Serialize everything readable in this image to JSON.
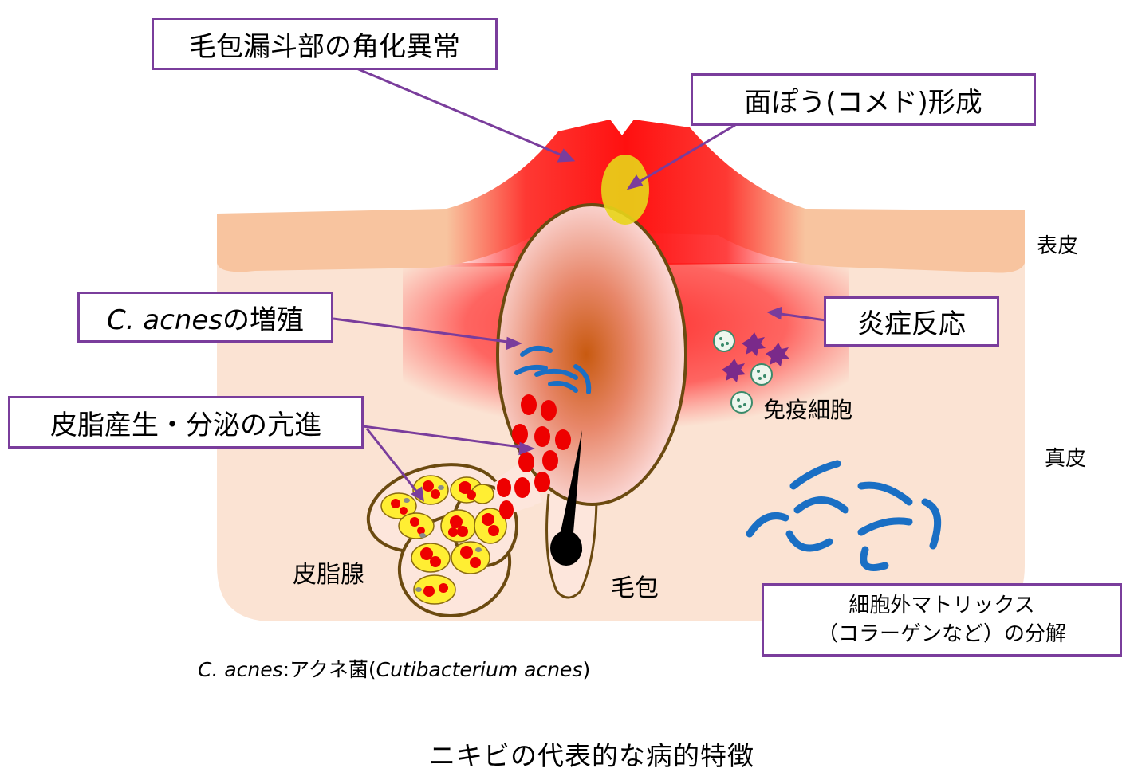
{
  "labels": {
    "keratinization": "毛包漏斗部の角化異常",
    "comedo": "面ぽう(コメド)形成",
    "cacnes_italic": "C. acnes",
    "cacnes_rest": "の増殖",
    "sebum": "皮脂産生・分泌の亢進",
    "inflammation": "炎症反応",
    "immune_cells": "免疫細胞",
    "epidermis": "表皮",
    "dermis": "真皮",
    "sebaceous_gland": "皮脂腺",
    "hair_follicle": "毛包",
    "ecm_line1": "細胞外マトリックス",
    "ecm_line2": "（コラーゲンなど）の分解"
  },
  "footnote": {
    "abbr": "C. acnes",
    "colon_jp": ":アクネ菌(",
    "sci_name": "Cutibacterium acnes",
    "close": ")"
  },
  "caption": "ニキビの代表的な病的特徴",
  "colors": {
    "box_border": "#7a3d9c",
    "arrow": "#7a3d9c",
    "epidermis": "#f8c49f",
    "dermis": "#fbe3d3",
    "inflammation_red": "#ff1a1a",
    "follicle_outline": "#6b4a10",
    "bacteria_blue": "#1a6fc4",
    "sebum_red": "#ee0000",
    "comedo_yellow": "#e8d51a"
  }
}
